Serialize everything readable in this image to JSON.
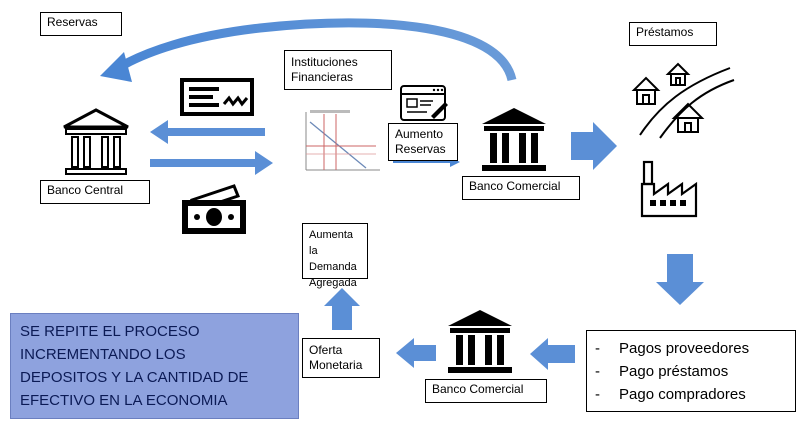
{
  "labels": {
    "reservas": "Reservas",
    "prestamos": "Préstamos",
    "instituciones": [
      "Instituciones",
      "Financieras"
    ],
    "aumento_reservas": [
      "Aumento",
      "Reservas"
    ],
    "banco_central": "Banco Central",
    "banco_comercial_top": "Banco Comercial",
    "banco_comercial_bottom": "Banco Comercial",
    "aumenta_demanda": [
      "Aumenta la",
      "Demanda",
      "Agregada"
    ],
    "oferta_monetaria": [
      "Oferta",
      "Monetaria"
    ]
  },
  "pagos": [
    "Pagos proveedores",
    "Pago préstamos",
    "Pago compradores"
  ],
  "bullet_char": "-",
  "note_lines": [
    "SE REPITE EL PROCESO",
    "INCREMENTANDO LOS",
    "DEPOSITOS Y LA CANTIDAD DE",
    "EFECTIVO EN LA ECONOMIA"
  ],
  "icons": [
    "bank-icon",
    "check-icon",
    "cash-icon",
    "graph-icon",
    "browser-sign-icon",
    "houses-road-icon",
    "factory-icon"
  ],
  "colors": {
    "arrow_blue": "#5b8fd6",
    "note_fill": "#8ea2de",
    "note_text": "#0b1a55"
  }
}
